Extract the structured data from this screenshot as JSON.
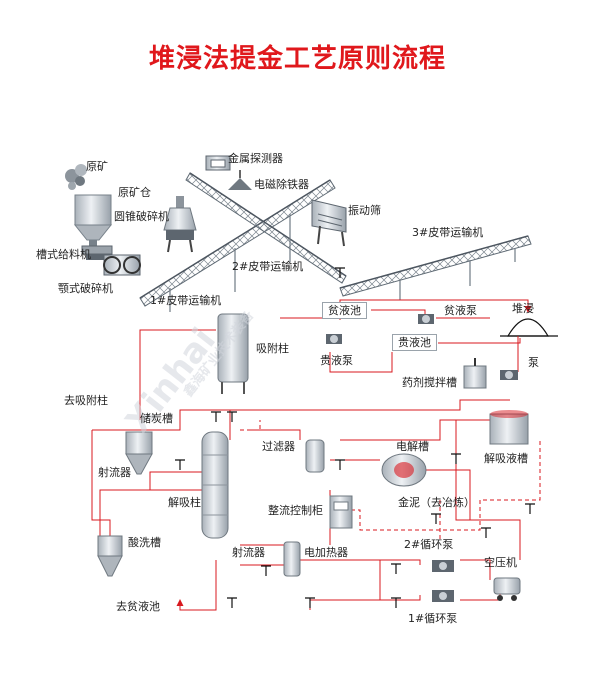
{
  "title": "堆浸法提金工艺原则流程",
  "watermark": {
    "brand": "Xinhai",
    "company": "鑫海矿业技术装备"
  },
  "colors": {
    "title": "#e0181c",
    "pipe": "#d8191f",
    "conveyor": "#6f7a84",
    "equipment": "#c9cfd5"
  },
  "labels": {
    "ore": "原矿",
    "ore_bin": "原矿仓",
    "cone_crusher": "圆锥破碎机",
    "trough_feeder": "槽式给料机",
    "jaw_crusher": "颚式破碎机",
    "metal_detector": "金属探测器",
    "magnetic_separator": "电磁除铁器",
    "vibrating_screen": "振动筛",
    "belt_conveyor_1": "1#皮带运输机",
    "belt_conveyor_2": "2#皮带运输机",
    "belt_conveyor_3": "3#皮带运输机",
    "lean_tank": "贫液池",
    "lean_pump": "贫液泵",
    "heap_leach": "堆浸",
    "adsorption_column": "吸附柱",
    "pregnant_tank": "贵液池",
    "pregnant_pump": "贵液泵",
    "pump": "泵",
    "reagent_tank": "药剂搅拌槽",
    "to_adsorption": "去吸附柱",
    "carbon_tank": "储炭槽",
    "ejector_1": "射流器",
    "filter": "过滤器",
    "electrolytic_cell": "电解槽",
    "desorption_tank": "解吸液槽",
    "desorption_column": "解吸柱",
    "gold_mud": "金泥（去冶炼）",
    "rectifier": "整流控制柜",
    "acid_tank": "酸洗槽",
    "ejector_2": "射流器",
    "heater": "电加热器",
    "circ_pump_2": "2#循环泵",
    "compressor": "空压机",
    "to_lean_tank": "去贫液池",
    "circ_pump_1": "1#循环泵"
  }
}
